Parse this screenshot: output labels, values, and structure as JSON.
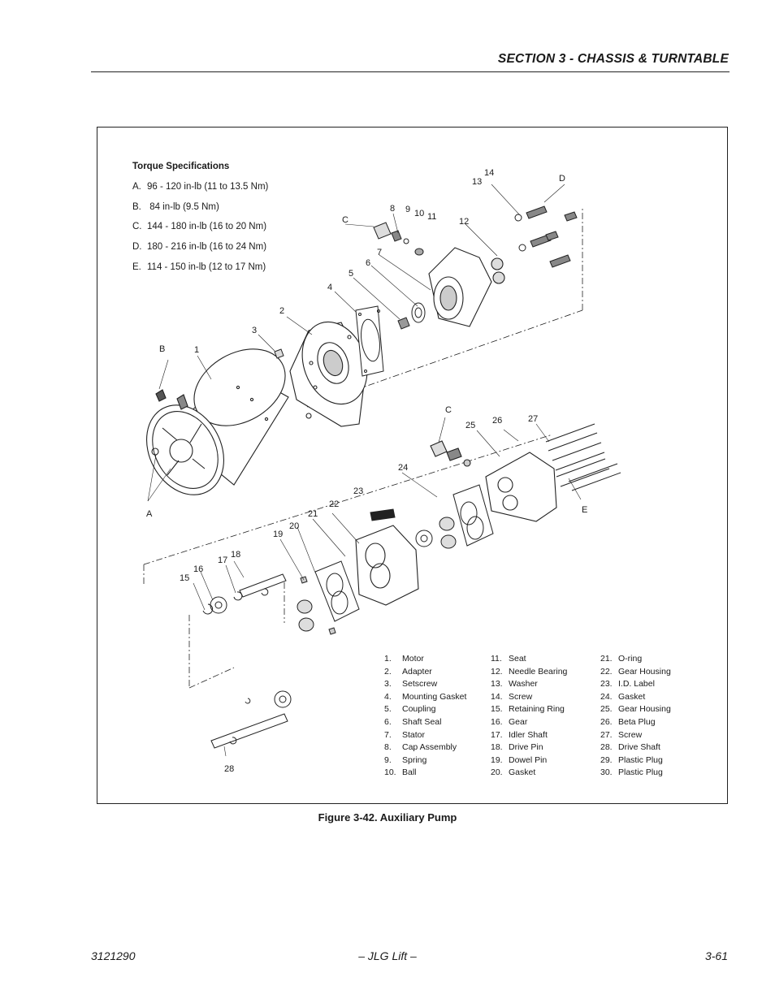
{
  "header": {
    "section_title": "SECTION 3 - CHASSIS & TURNTABLE"
  },
  "torque": {
    "title": "Torque Specifications",
    "specs": [
      {
        "letter": "A.",
        "text": "96 - 120 in-lb (11 to 13.5 Nm)"
      },
      {
        "letter": "B.",
        "text": " 84 in-lb (9.5 Nm)"
      },
      {
        "letter": "C.",
        "text": "144 - 180 in-lb (16 to 20 Nm)"
      },
      {
        "letter": "D.",
        "text": "180 - 216 in-lb (16 to 24 Nm)"
      },
      {
        "letter": "E.",
        "text": "114 - 150 in-lb (12 to 17 Nm)"
      }
    ]
  },
  "callouts": [
    "1",
    "2",
    "3",
    "4",
    "5",
    "6",
    "7",
    "8",
    "9",
    "10",
    "11",
    "12",
    "13",
    "14",
    "15",
    "16",
    "17",
    "18",
    "19",
    "20",
    "21",
    "22",
    "23",
    "24",
    "25",
    "26",
    "27",
    "28",
    "A",
    "B",
    "C",
    "C",
    "D",
    "E"
  ],
  "parts": [
    {
      "num": "1.",
      "name": "Motor"
    },
    {
      "num": "2.",
      "name": "Adapter"
    },
    {
      "num": "3.",
      "name": "Setscrew"
    },
    {
      "num": "4.",
      "name": "Mounting Gasket"
    },
    {
      "num": "5.",
      "name": "Coupling"
    },
    {
      "num": "6.",
      "name": "Shaft Seal"
    },
    {
      "num": "7.",
      "name": "Stator"
    },
    {
      "num": "8.",
      "name": "Cap Assembly"
    },
    {
      "num": "9.",
      "name": "Spring"
    },
    {
      "num": "10.",
      "name": "Ball"
    },
    {
      "num": "11.",
      "name": "Seat"
    },
    {
      "num": "12.",
      "name": "Needle Bearing"
    },
    {
      "num": "13.",
      "name": "Washer"
    },
    {
      "num": "14.",
      "name": "Screw"
    },
    {
      "num": "15.",
      "name": "Retaining Ring"
    },
    {
      "num": "16.",
      "name": "Gear"
    },
    {
      "num": "17.",
      "name": "Idler Shaft"
    },
    {
      "num": "18.",
      "name": "Drive Pin"
    },
    {
      "num": "19.",
      "name": "Dowel Pin"
    },
    {
      "num": "20.",
      "name": "Gasket"
    },
    {
      "num": "21.",
      "name": "O-ring"
    },
    {
      "num": "22.",
      "name": "Gear Housing"
    },
    {
      "num": "23.",
      "name": "I.D. Label"
    },
    {
      "num": "24.",
      "name": "Gasket"
    },
    {
      "num": "25.",
      "name": "Gear Housing"
    },
    {
      "num": "26.",
      "name": "Beta Plug"
    },
    {
      "num": "27.",
      "name": "Screw"
    },
    {
      "num": "28.",
      "name": "Drive Shaft"
    },
    {
      "num": "29.",
      "name": "Plastic Plug"
    },
    {
      "num": "30.",
      "name": "Plastic Plug"
    }
  ],
  "caption": "Figure 3-42.  Auxiliary Pump",
  "footer": {
    "left": "3121290",
    "center": "– JLG Lift –",
    "right": "3-61"
  }
}
